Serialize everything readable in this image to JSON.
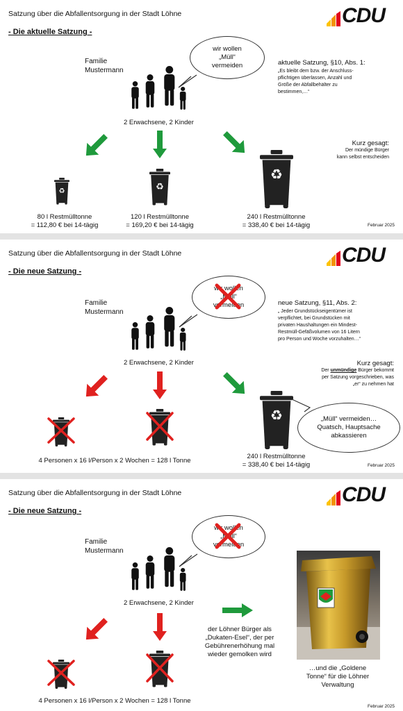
{
  "common": {
    "title": "Satzung über die Abfallentsorgung in der Stadt Löhne",
    "logo_text": "CDU",
    "date": "Februar 2025",
    "family_line1": "Familie",
    "family_line2": "Mustermann",
    "family_size": "2 Erwachsene, 2 Kinder",
    "bubble_line1": "wir wollen",
    "bubble_line2": "„Müll“",
    "bubble_line3": "vermeiden",
    "colors": {
      "green_arrow": "#1f9a3c",
      "red_arrow": "#e0211f",
      "cdu_black": "#111111",
      "cdu_red": "#e2001a",
      "cdu_orange": "#f39200",
      "cdu_yellow": "#fdc300"
    }
  },
  "slide1": {
    "subtitle": "- Die aktuelle Satzung -",
    "rule_head": "aktuelle Satzung, §10, Abs. 1:",
    "rule_text_1": "„Es bleibt dem bzw. der Anschluss-",
    "rule_text_2": "pflichtigen überlassen, Anzahl und",
    "rule_text_3": "Größe der Abfallbehälter zu",
    "rule_text_4": "bestimmen,…“",
    "kurz_head": "Kurz gesagt:",
    "kurz_1": "Der mündige Bürger",
    "kurz_2": "kann selbst entscheiden",
    "bin1_a": "80 l Restmülltonne",
    "bin1_b": "= 112,80 € bei 14-tägig",
    "bin2_a": "120 l Restmülltonne",
    "bin2_b": "= 169,20 € bei 14-tägig",
    "bin3_a": "240 l Restmülltonne",
    "bin3_b": "= 338,40 € bei 14-tägig"
  },
  "slide2": {
    "subtitle": "- Die neue Satzung -",
    "rule_head": "neue Satzung, §11, Abs. 2:",
    "rule_text_1": "„ Jeder Grundstückseigentümer ist",
    "rule_text_2": "verpflichtet, bei Grundstücken mit",
    "rule_text_3": "privaten Haushaltungen ein Mindest-",
    "rule_text_4": "Restmüll-Gefäßvolumen von 16 Litern",
    "rule_text_5": "pro Person und Woche vorzuhalten…“",
    "kurz_head": "Kurz gesagt:",
    "kurz_1a": "Der ",
    "kurz_1b": "unmündige",
    "kurz_1c": " Bürger bekommt",
    "kurz_2": "per Satzung vorgeschrieben, was",
    "kurz_3": "„er“ zu nehmen hat",
    "calc": "4 Personen x 16 l/Person x 2 Wochen = 128 l Tonne",
    "bin3_a": "240 l Restmülltonne",
    "bin3_b": "= 338,40 € bei 14-tägig",
    "bubble2_1": "„Müll“ vermeiden…",
    "bubble2_2": "Quatsch, Hauptsache",
    "bubble2_3": "abkassieren"
  },
  "slide3": {
    "subtitle": "- Die neue Satzung -",
    "calc": "4 Personen x 16 l/Person x 2 Wochen = 128 l Tonne",
    "dukat_1": "der Löhner Bürger als",
    "dukat_2": "„Dukaten-Esel“, der per",
    "dukat_3": "Gebührenerhöhung mal",
    "dukat_4": "wieder gemolken wird",
    "gold_1": "…und die „Goldene",
    "gold_2": "Tonne“ für die Löhner",
    "gold_3": "Verwaltung"
  }
}
